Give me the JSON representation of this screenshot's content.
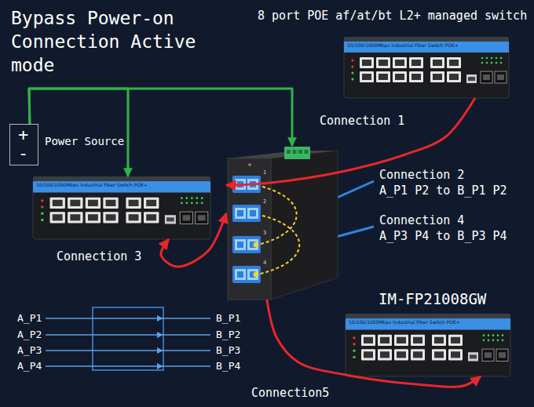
{
  "diagram": {
    "title": "Bypass Power-on Connection Active mode",
    "nodes": [
      {
        "text": [
          "8 port POE af/at/bt L2+ managed switch",
          "10/100/1000Mbps Industrial Fiber Switch POE+"
        ]
      },
      {
        "text": [
          "+",
          "-",
          "Power Source"
        ]
      },
      {
        "text": [
          "10/100/1000Mbps Industrial Fiber Switch POE+"
        ]
      },
      {
        "text": [
          "1",
          "2",
          "3",
          "4"
        ]
      },
      {
        "text": [
          "IM-FP21008GW",
          "10/100/1000Mbps Industrial Fiber Switch POE+"
        ]
      }
    ],
    "edges": [
      {
        "from": 1,
        "to": 2,
        "arrow": "to"
      },
      {
        "from": 1,
        "to": 3,
        "arrow": "to"
      },
      {
        "from": 0,
        "to": 3,
        "arrow": "to",
        "label": "Connection 1"
      },
      {
        "from": 2,
        "to": 3,
        "arrow": "both",
        "label": "Connection 3"
      },
      {
        "from": 3,
        "to": 4,
        "arrow": "to",
        "label": "Connection5"
      }
    ],
    "labels": [
      "Connection 2",
      "A_P1 P2 to B_P1 P2",
      "Connection 4",
      "A_P3 P4 to B_P3 P4",
      "A_P1",
      "A_P2",
      "A_P3",
      "A_P4",
      "B_P1",
      "B_P2",
      "B_P3",
      "B_P4"
    ]
  }
}
